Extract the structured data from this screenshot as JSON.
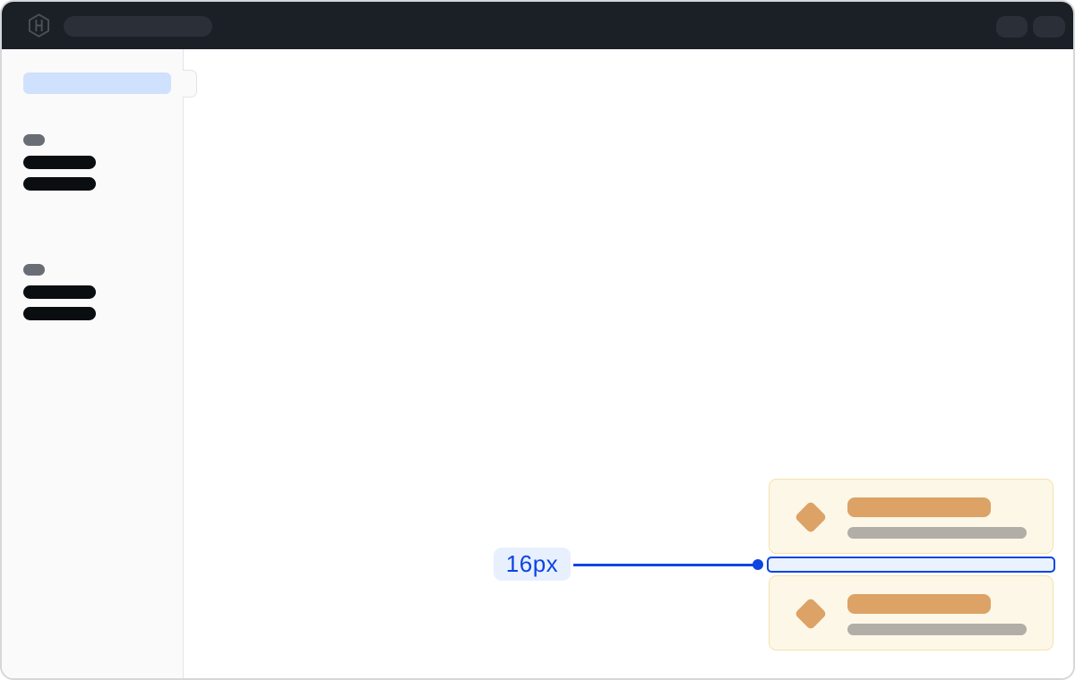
{
  "annotation": {
    "spacing_value": "16px"
  },
  "icons": {
    "logo": "hashicorp-logo",
    "card_icon": "diamond"
  },
  "colors": {
    "header_bg": "#1b1f26",
    "header_skeleton": "#2b3038",
    "logo": "#4c5158",
    "frame_border": "#d5d7db",
    "sidebar_bg": "#fafafa",
    "sidebar_border": "#e3e4e7",
    "sidebar_active": "#cfe1fc",
    "sidebar_label": "#696e76",
    "sidebar_item": "#0b0e11",
    "card_bg": "#fdf7e7",
    "card_border": "#f3e2ad",
    "card_accent": "#dca266",
    "card_muted": "#b1aea7",
    "accent_blue": "#0c45e1",
    "accent_blue_bg": "#e8f0fe",
    "gap_fill": "#eaf2fe"
  }
}
